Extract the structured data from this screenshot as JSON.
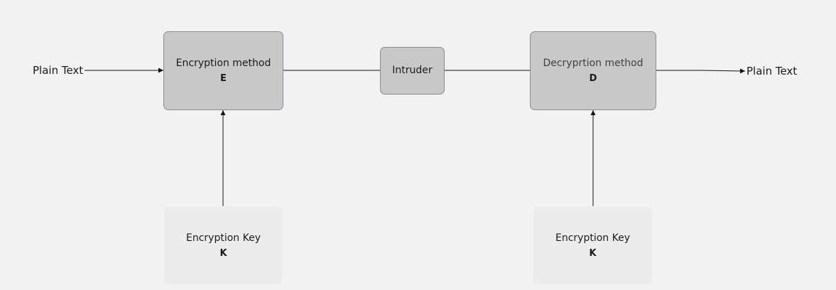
{
  "diagram": {
    "input_label": "Plain Text",
    "output_label": "Plain Text",
    "encryption": {
      "title": "Encryption method",
      "symbol": "E"
    },
    "intruder": {
      "title": "Intruder"
    },
    "decryption": {
      "title": "Decryprtion method",
      "symbol": "D"
    },
    "encryption_key": {
      "title": "Encryption Key",
      "symbol": "K"
    },
    "decryption_key": {
      "title": "Encryption Key",
      "symbol": "K"
    }
  },
  "colors": {
    "background": "#f2f2f2",
    "process_fill": "#c8c8c8",
    "process_border": "#8c8a96",
    "key_fill": "#ececec",
    "line": "#111111"
  }
}
